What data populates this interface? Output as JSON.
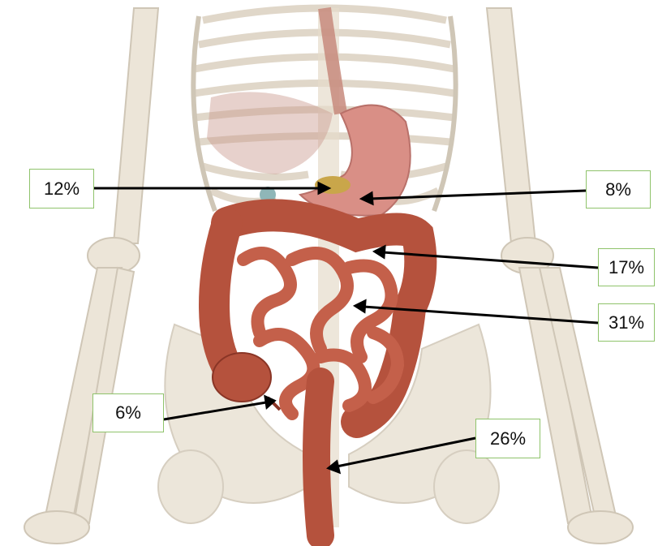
{
  "image": {
    "subject": "anatomy illustration of skeleton with digestive tract",
    "colors": {
      "bone": "#ece5d8",
      "bone_shade": "#cfc6b6",
      "intestine": "#b5523d",
      "intestine_dark": "#8a3526",
      "stomach": "#d98f86",
      "liver_ghost": "#c99a8e",
      "gallbladder": "#c9a64a",
      "label_border": "#8fc36b",
      "arrow": "#000000"
    }
  },
  "labels": [
    {
      "id": "gallbladder",
      "text": "12%"
    },
    {
      "id": "stomach",
      "text": "8%"
    },
    {
      "id": "transverse-colon",
      "text": "17%"
    },
    {
      "id": "small-intestine",
      "text": "31%"
    },
    {
      "id": "appendix",
      "text": "6%"
    },
    {
      "id": "rectum",
      "text": "26%"
    }
  ]
}
